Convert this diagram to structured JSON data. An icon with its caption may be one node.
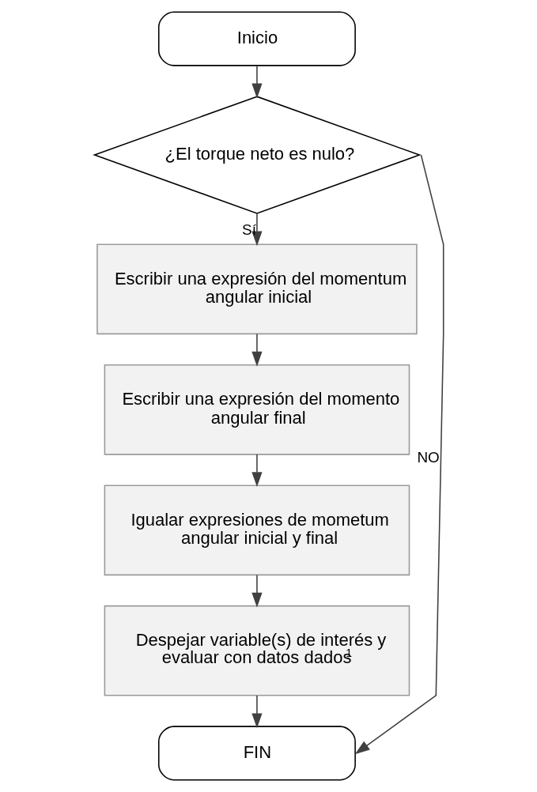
{
  "diagram": {
    "nodes": [
      {
        "text": [
          "Inicio"
        ]
      },
      {
        "text": [
          "¿El torque neto es nulo?"
        ]
      },
      {
        "text": [
          "Escribir una expresión del momentum angular inicial"
        ]
      },
      {
        "text": [
          "Escribir una expresión del momento angular final"
        ]
      },
      {
        "text": [
          "Igualar expresiones de mometum angular inicial y final"
        ]
      },
      {
        "text": [
          "Despejar variable(s) de interés y evaluar con datos dados$^{1}$"
        ]
      },
      {
        "text": [
          "FIN"
        ]
      }
    ],
    "edges": [
      {
        "from": 0,
        "to": 1,
        "arrow": "to"
      },
      {
        "from": 1,
        "to": 2,
        "arrow": "to",
        "label": "Sí"
      },
      {
        "from": 2,
        "to": 3,
        "arrow": "to"
      },
      {
        "from": 3,
        "to": 4,
        "arrow": "to"
      },
      {
        "from": 4,
        "to": 5,
        "arrow": "to"
      },
      {
        "from": 5,
        "to": 6,
        "arrow": "to"
      },
      {
        "from": 1,
        "to": 6,
        "arrow": "to",
        "label": "NO"
      }
    ]
  }
}
